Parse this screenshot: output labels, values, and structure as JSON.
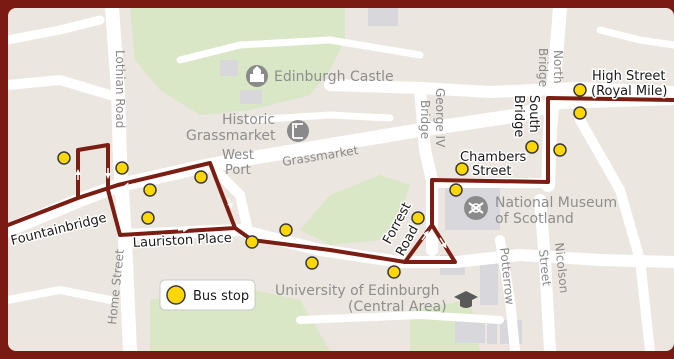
{
  "colors": {
    "frame": "#7a1a12",
    "land": "#ebe6df",
    "park": "#d9e7c6",
    "road": "#ffffff",
    "building": "#d8d8dc",
    "route": "#7a1d12",
    "stop_fill": "#ffd700",
    "stop_stroke": "#3a3a3a",
    "street_text": "#8a8a8a",
    "landmark_text": "#8e8e8e"
  },
  "streets": {
    "lothian_road": "Lothian Road",
    "home_street": "Home Street",
    "grassmarket": "Grassmarket",
    "west_port_1": "West",
    "west_port_2": "Port",
    "george_iv_1": "George IV",
    "george_iv_2": "Bridge",
    "north_bridge_1": "North",
    "north_bridge_2": "Bridge",
    "potterrow": "Potterrow",
    "nicolson_1": "Nicolson",
    "nicolson_2": "Street"
  },
  "route_labels": {
    "fountainbridge": "Fountainbridge",
    "lauriston_place": "Lauriston Place",
    "forrest_road_1": "Forrest",
    "forrest_road_2": "Road",
    "chambers_1": "Chambers",
    "chambers_2": "Street",
    "south_bridge_1": "South",
    "south_bridge_2": "Bridge",
    "high_street_1": "High Street",
    "high_street_2": "(Royal Mile)"
  },
  "landmarks": {
    "castle": "Edinburgh Castle",
    "grassmarket_1": "Historic",
    "grassmarket_2": "Grassmarket",
    "museum_1": "National Museum",
    "museum_2": "of Scotland",
    "university_1": "University of Edinburgh",
    "university_2": "(Central Area)"
  },
  "icons": {
    "castle": "castle-icon",
    "gallows": "gallows-icon",
    "museum": "museum-icon",
    "university": "graduation-cap-icon"
  },
  "legend": {
    "bus_stop_label": "Bus stop"
  }
}
